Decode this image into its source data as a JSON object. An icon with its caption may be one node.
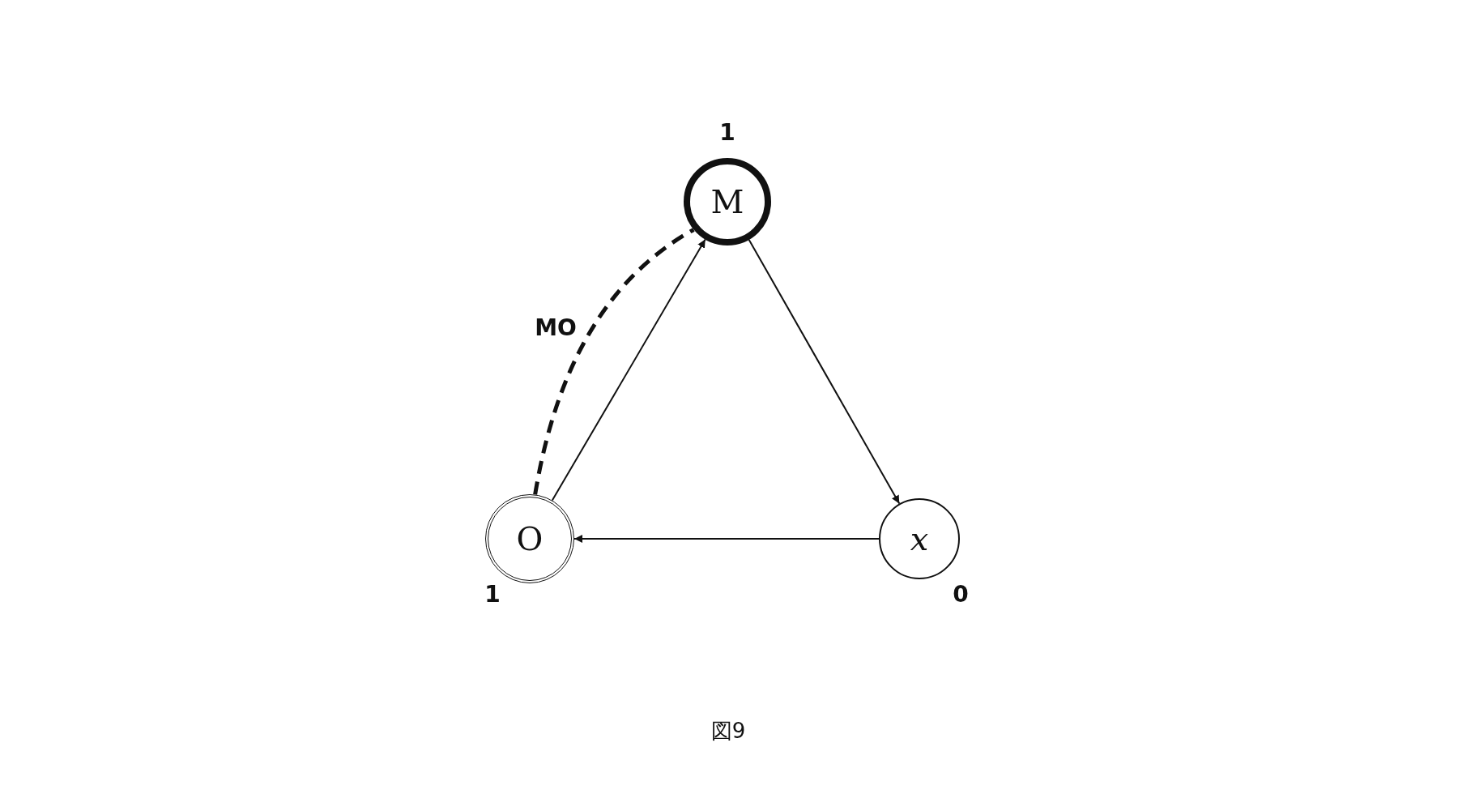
{
  "diagram": {
    "caption": "図9",
    "nodes": [
      {
        "text": [
          "M"
        ],
        "beside": [
          "1"
        ]
      },
      {
        "text": [
          "O"
        ],
        "beside": [
          "1"
        ]
      },
      {
        "text": [
          "x"
        ],
        "beside": [
          "0"
        ]
      }
    ],
    "edges": [
      {
        "from": 0,
        "to": 2,
        "arrow": "to"
      },
      {
        "from": 2,
        "to": 1,
        "arrow": "to"
      },
      {
        "from": 1,
        "to": 0,
        "arrow": "to"
      },
      {
        "from": 1,
        "to": 0,
        "arrow": "none",
        "style": "dashed",
        "label": "MO"
      }
    ]
  }
}
